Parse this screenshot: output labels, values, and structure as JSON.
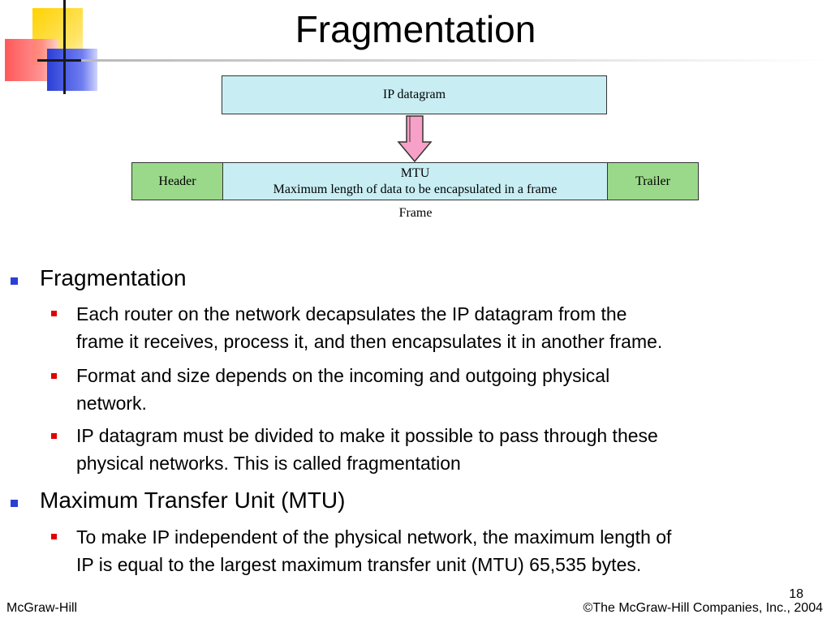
{
  "slide": {
    "title": "Fragmentation"
  },
  "diagram": {
    "ip_datagram": "IP datagram",
    "header": "Header",
    "mtu_line1": "MTU",
    "mtu_line2": "Maximum length of data to be encapsulated in a frame",
    "trailer": "Trailer",
    "frame": "Frame",
    "colors": {
      "datagram_fill": "#c8eef4",
      "header_trailer_fill": "#9ad98a",
      "arrow_fill": "#f7a0c8"
    }
  },
  "bullets": [
    {
      "text": "Fragmentation",
      "sub": [
        "Each router on the network decapsulates the IP datagram from the",
        "frame it receives, process it, and then encapsulates it in another frame.",
        "Format and size depends on the incoming and outgoing physical",
        "network.",
        "IP datagram must be divided to make it possible to pass through these",
        "physical networks. This is called fragmentation"
      ]
    },
    {
      "text": "Maximum Transfer Unit (MTU)",
      "sub": [
        "To make IP independent of the physical network, the maximum length of",
        "IP is equal to the largest maximum transfer unit (MTU) 65,535 bytes."
      ]
    }
  ],
  "footer": {
    "left": "McGraw-Hill",
    "right": "©The McGraw-Hill Companies, Inc., 2004",
    "page_number": "18"
  }
}
